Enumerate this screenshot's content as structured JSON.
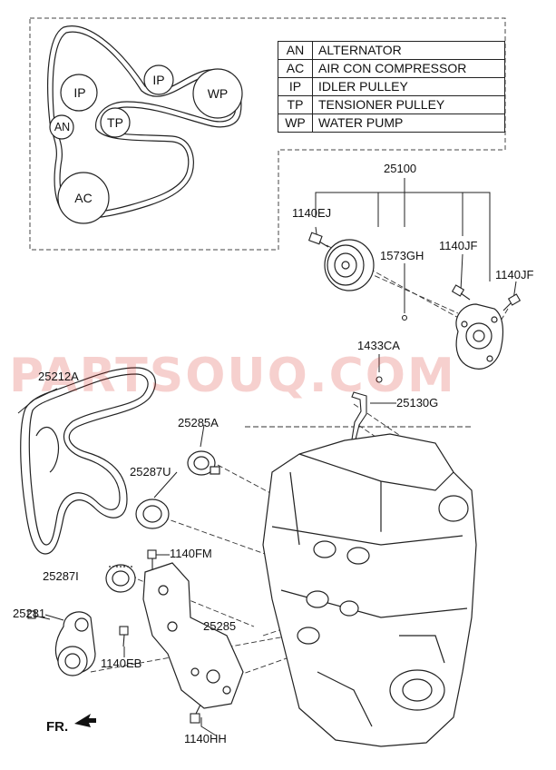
{
  "legend": [
    {
      "code": "AN",
      "name": "ALTERNATOR"
    },
    {
      "code": "AC",
      "name": "AIR CON COMPRESSOR"
    },
    {
      "code": "IP",
      "name": "IDLER PULLEY"
    },
    {
      "code": "TP",
      "name": "TENSIONER PULLEY"
    },
    {
      "code": "WP",
      "name": "WATER PUMP"
    }
  ],
  "belt_diagram": {
    "pulleys": {
      "ip_left": "IP",
      "ip_top": "IP",
      "wp": "WP",
      "tp": "TP",
      "an": "AN",
      "ac": "AC"
    }
  },
  "parts": {
    "p25100": "25100",
    "p1140EJ": "1140EJ",
    "p1573GH": "1573GH",
    "p1140JF_a": "1140JF",
    "p1140JF_b": "1140JF",
    "p1433CA": "1433CA",
    "p25130G": "25130G",
    "p25212A": "25212A",
    "p25285A": "25285A",
    "p25287U": "25287U",
    "p1140FM": "1140FM",
    "p25287I": "25287I",
    "p25281": "25281",
    "p25285": "25285",
    "p1140EB": "1140EB",
    "p1140HH": "1140HH"
  },
  "front_marker": "FR.",
  "watermark": "PARTSOUQ.COM"
}
